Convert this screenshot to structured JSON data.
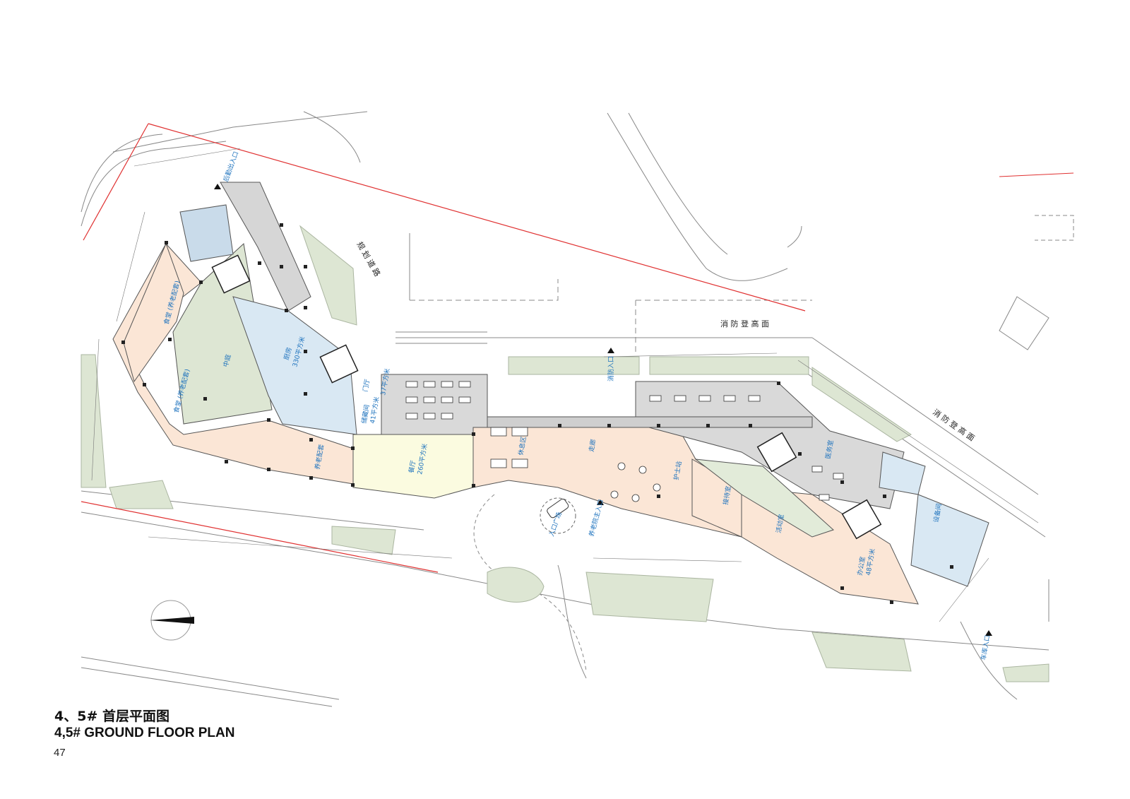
{
  "title": {
    "cn": "4、5# 首层平面图",
    "en": "4,5# GROUND FLOOR PLAN"
  },
  "page_number": "47",
  "labels": {
    "fire_ascent_area": "消 防 登 高 面",
    "fire_ascent_area_diag": "消 防 登 高 面",
    "road_diag": "规 划 道 路",
    "entrance_top": "后勤出入口",
    "entrance_main": "养老院主入口",
    "entrance_bottom_right": "车库入口",
    "entrance_circle": "入口广场",
    "entrance_mid": "消防入口",
    "kitchen": "厨房",
    "kitchen_area": "330平方米",
    "canteen": "餐厅",
    "canteen_area": "260平方米",
    "dining_elderly": "食堂 (养老配套)",
    "dining_elderly2": "食堂 (养老配套)",
    "courtyard": "中庭",
    "elder_room": "养老配套",
    "storage": "储藏间",
    "storage_area": "41平方米",
    "door_hall": "门厅",
    "door_hall_area": "37平方米",
    "office": "办公室",
    "office_area": "48平方米",
    "activity": "活动室",
    "reception": "接待室",
    "nurse": "护士站",
    "lounge": "休息区",
    "medical": "医务室",
    "equipment": "设备间",
    "corridor_label": "走廊"
  },
  "colors": {
    "peach": "#fbe6d6",
    "light_blue": "#d9e8f3",
    "pale_yellow": "#fbfbe0",
    "gray": "#d6d6d6",
    "green": "#dde6d3",
    "red_line": "#e03131",
    "blue_text": "#1e73be",
    "line": "#555555"
  },
  "icons": [
    "north-arrow-icon",
    "car-icon",
    "entrance-arrow-icon"
  ]
}
